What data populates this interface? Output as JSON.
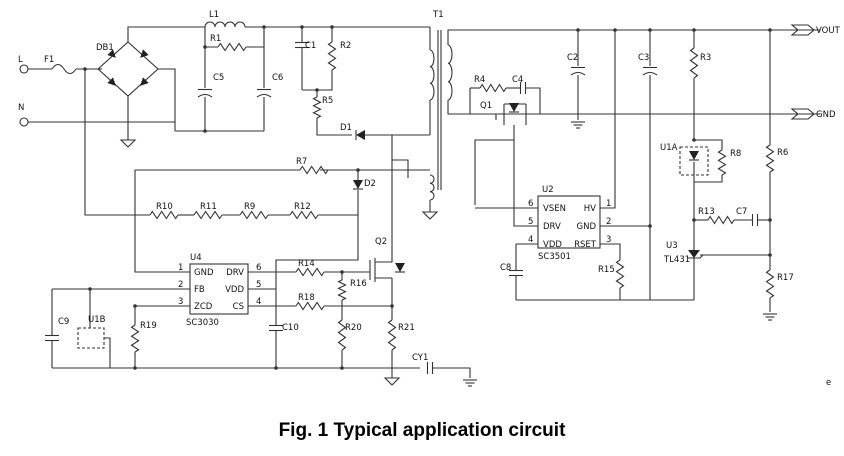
{
  "caption": "Fig. 1 Typical application circuit",
  "terminals": [
    "L",
    "N",
    "VOUT",
    "GND"
  ],
  "components": {
    "fuse": "F1",
    "bridge": "DB1",
    "inductor": "L1",
    "transformer": "T1",
    "resistors": [
      "R1",
      "R2",
      "R3",
      "R4",
      "R5",
      "R6",
      "R7",
      "R8",
      "R9",
      "R10",
      "R11",
      "R12",
      "R13",
      "R14",
      "R15",
      "R16",
      "R17",
      "R18",
      "R19",
      "R20",
      "R21"
    ],
    "capacitors": [
      "C1",
      "C2",
      "C3",
      "C4",
      "C5",
      "C6",
      "C7",
      "C8",
      "C9",
      "C10",
      "CY1"
    ],
    "diodes": [
      "D1",
      "D2"
    ],
    "mosfets": [
      "Q1",
      "Q2"
    ],
    "opto": [
      "U1A",
      "U1B"
    ],
    "regulator": "U3",
    "regulator_part": "TL431"
  },
  "u4": {
    "ref": "U4",
    "part": "SC3030",
    "pins_left": [
      {
        "num": "1",
        "name": "GND"
      },
      {
        "num": "2",
        "name": "FB"
      },
      {
        "num": "3",
        "name": "ZCD"
      }
    ],
    "pins_right": [
      {
        "num": "6",
        "name": "DRV"
      },
      {
        "num": "5",
        "name": "VDD"
      },
      {
        "num": "4",
        "name": "CS"
      }
    ]
  },
  "u2": {
    "ref": "U2",
    "part": "SC3501",
    "pins_left": [
      {
        "num": "6",
        "name": "VSEN"
      },
      {
        "num": "5",
        "name": "DRV"
      },
      {
        "num": "4",
        "name": "VDD"
      }
    ],
    "pins_right": [
      {
        "num": "1",
        "name": "HV"
      },
      {
        "num": "2",
        "name": "GND"
      },
      {
        "num": "3",
        "name": "RSET"
      }
    ]
  },
  "extra_mark": "e"
}
